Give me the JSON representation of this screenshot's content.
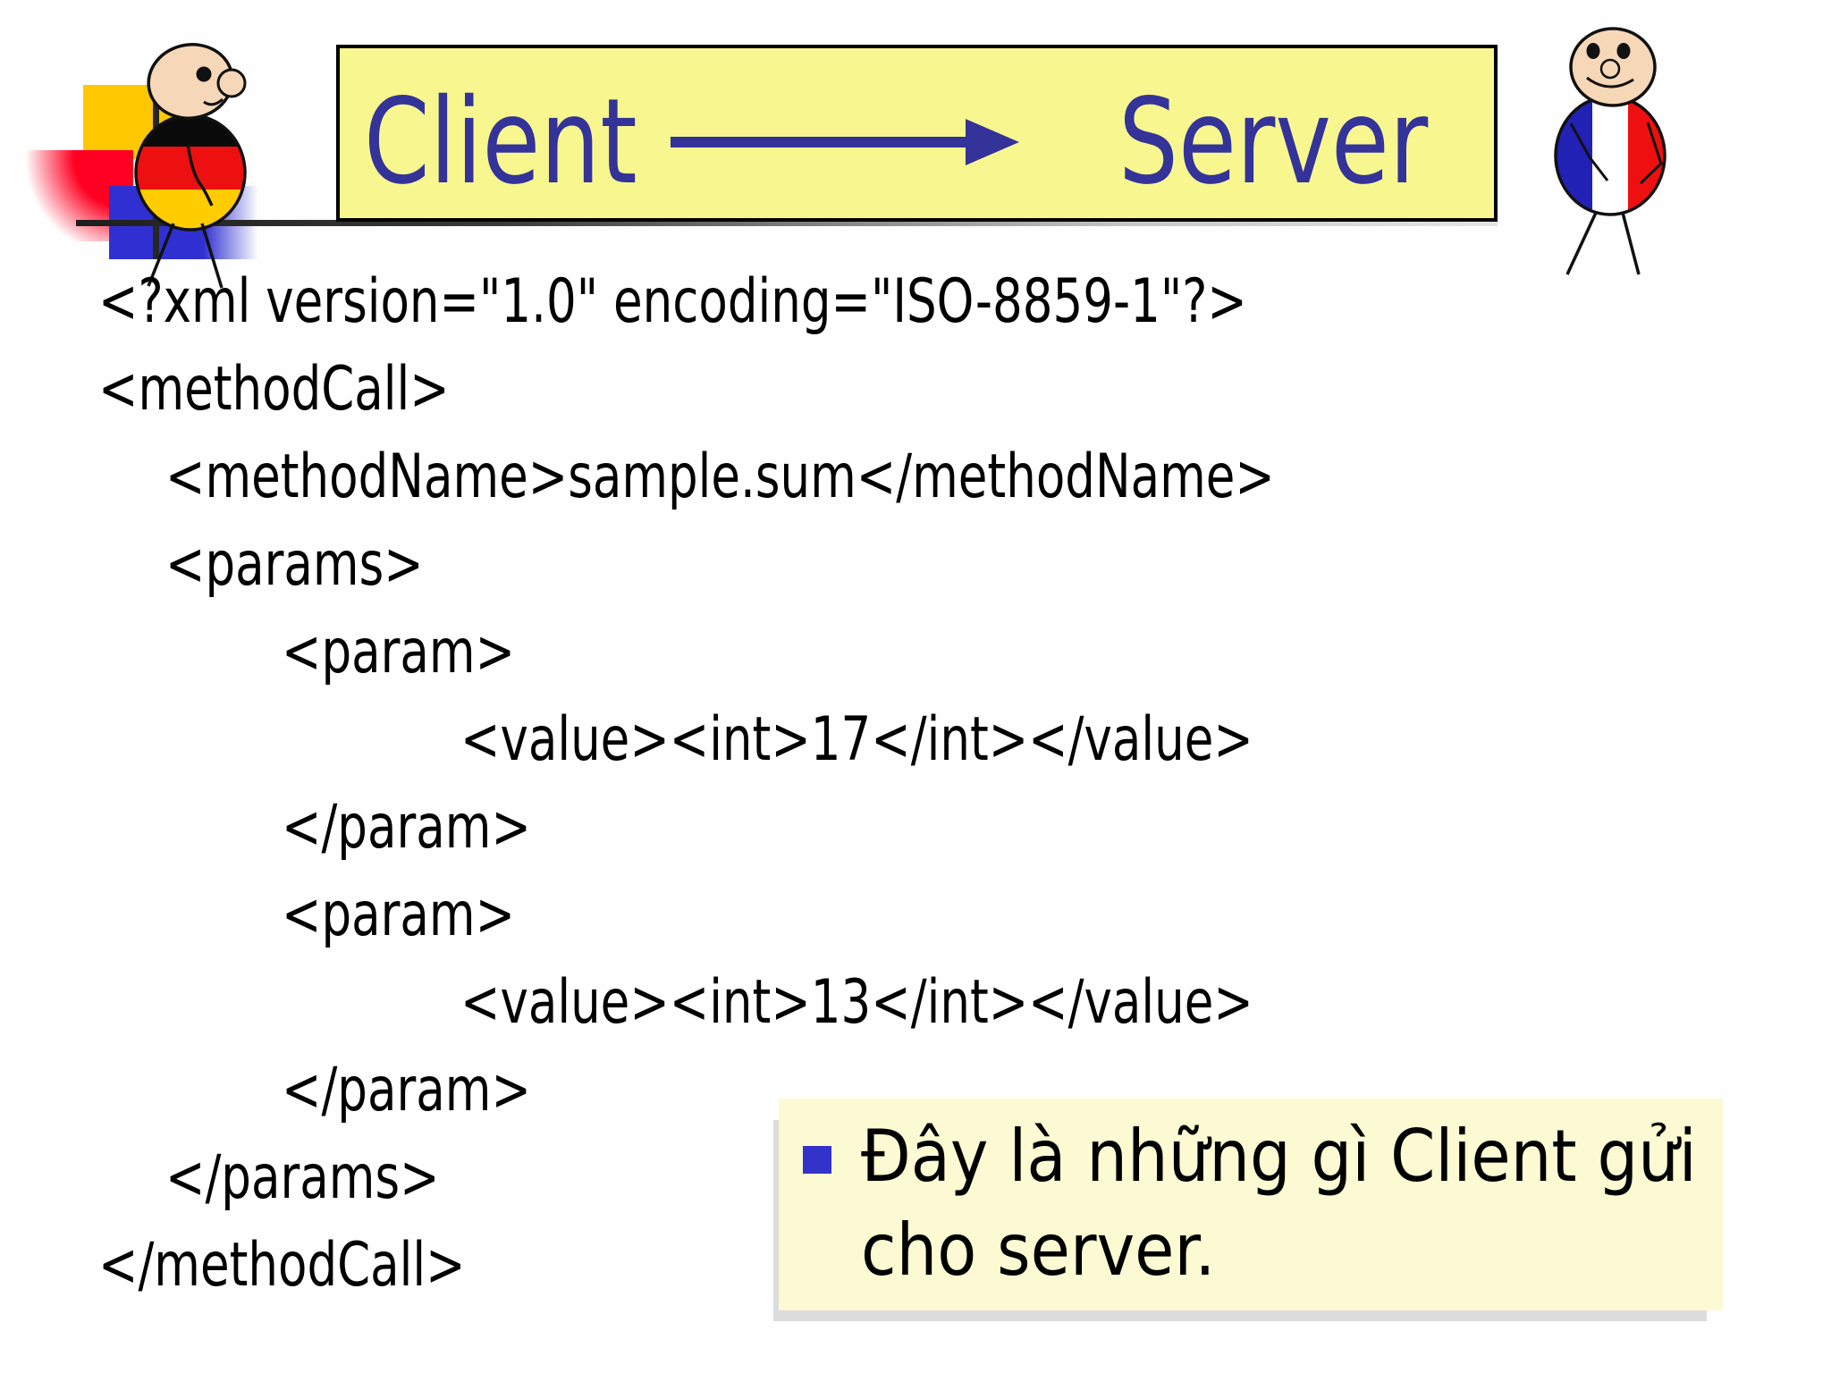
{
  "slide": {
    "background": "#FEFEFE"
  },
  "title_bar": {
    "client_label": "Client",
    "server_label": "Server",
    "arrow_icon": "right-arrow",
    "box_bg": "#F8F78F",
    "border_color": "#000000",
    "text_color": "#333399"
  },
  "figures": {
    "client_figure": {
      "label": "stick person with German flag body",
      "skin": "#F6D7B7",
      "outline": "#111111",
      "flag_colors": [
        "#0A0A0A",
        "#EE1010",
        "#FFCC00"
      ]
    },
    "server_figure": {
      "label": "stick person with French flag body",
      "skin": "#F6D7B7",
      "outline": "#111111",
      "flag_colors": [
        "#2121B5",
        "#FFFFFF",
        "#EE1010"
      ]
    }
  },
  "xml_code": {
    "text_color": "#000000",
    "lines": [
      {
        "text": "<?xml version=\"1.0\" encoding=\"ISO-8859-1\"?>",
        "indent": 0
      },
      {
        "text": "<methodCall>",
        "indent": 0
      },
      {
        "text": "<methodName>sample.sum</methodName>",
        "indent": 1
      },
      {
        "text": "<params>",
        "indent": 1
      },
      {
        "text": "<param>",
        "indent": 2
      },
      {
        "text": "<value><int>17</int></value>",
        "indent": 3
      },
      {
        "text": "</param>",
        "indent": 2
      },
      {
        "text": "<param>",
        "indent": 2
      },
      {
        "text": "<value><int>13</int></value>",
        "indent": 3
      },
      {
        "text": "</param>",
        "indent": 2
      },
      {
        "text": "</params>",
        "indent": 1
      },
      {
        "text": "</methodCall>",
        "indent": 0
      }
    ]
  },
  "note": {
    "text": "Đây là những gì Client gửi cho server.",
    "bg": "#FBFAD2",
    "bullet_color": "#3333CC"
  },
  "decorations": {
    "yellow_square": "#FFC800",
    "red_square": "#FF0022",
    "blue_square": "#3030D2",
    "line_color": "#262626"
  }
}
